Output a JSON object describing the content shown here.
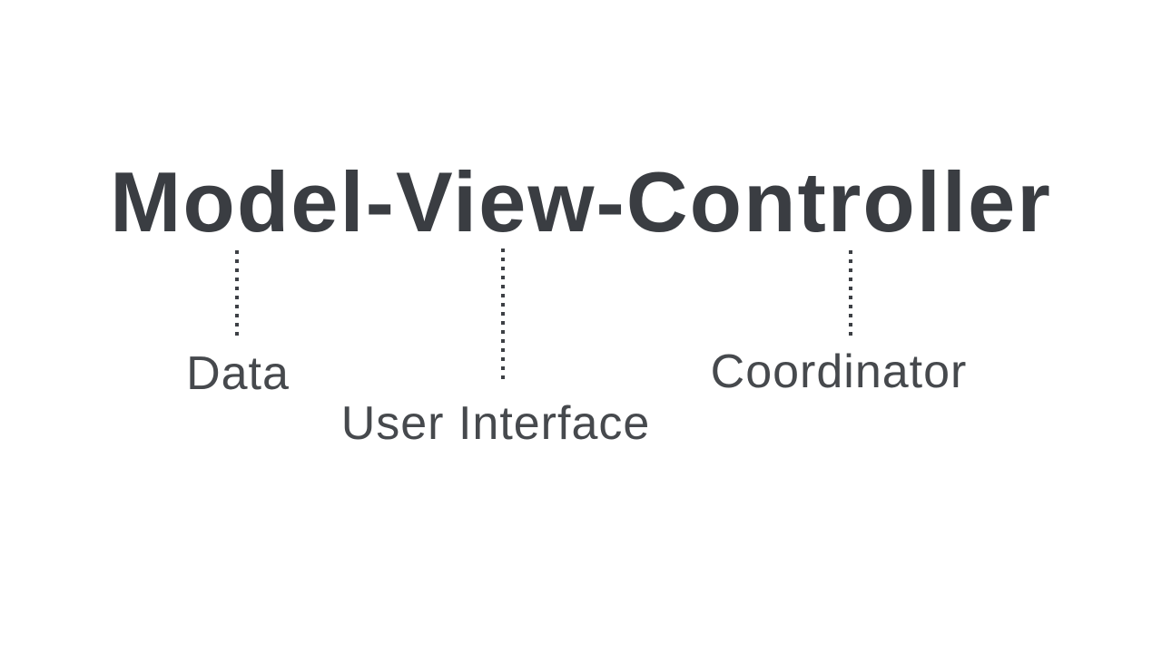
{
  "diagram": {
    "title": "Model-View-Controller",
    "nodes": [
      {
        "term": "Model",
        "label": "Data"
      },
      {
        "term": "View",
        "label": "User Interface"
      },
      {
        "term": "Controller",
        "label": "Coordinator"
      }
    ],
    "colors": {
      "background": "#ffffff",
      "title_text": "#3a3d42",
      "label_text": "#46494d",
      "connector_dots": "#3d4045"
    }
  }
}
